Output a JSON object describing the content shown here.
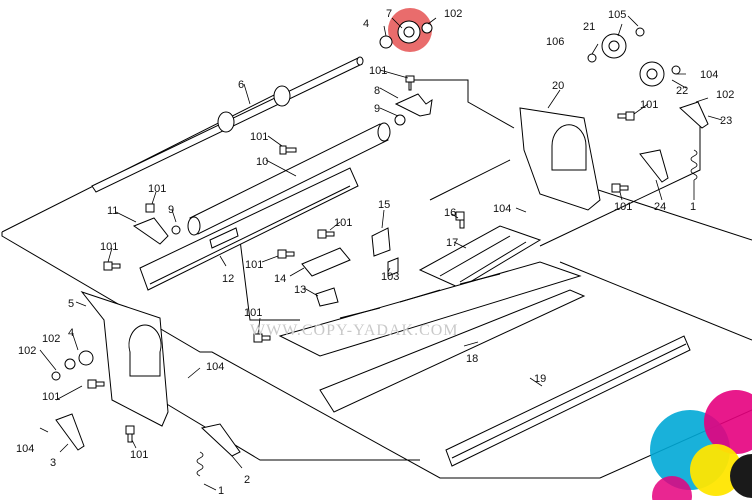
{
  "watermark": "WWW.COPY-YADAK.COM",
  "colors": {
    "highlight": "#e23b3b",
    "cyan": "#00a8d6",
    "magenta": "#e5007e",
    "yellow": "#ffe600",
    "black": "#1a1a1a"
  },
  "labels": {
    "l7": "7",
    "l102a": "102",
    "l4a": "4",
    "l105": "105",
    "l21": "21",
    "l106": "106",
    "l104a": "104",
    "l22": "22",
    "l20": "20",
    "l101a": "101",
    "l102b": "102",
    "l23": "23",
    "l6": "6",
    "l101b": "101",
    "l8": "8",
    "l9a": "9",
    "l101c": "101",
    "l10": "10",
    "l101d": "101",
    "l9b": "9",
    "l11": "11",
    "l104b": "104",
    "l101e": "101",
    "l24": "24",
    "l1a": "1",
    "l15": "15",
    "l16": "16",
    "l17": "17",
    "l101f": "101",
    "l101g": "101",
    "l12": "12",
    "l14": "14",
    "l103": "103",
    "l13": "13",
    "l5": "5",
    "l101h": "101",
    "l4b": "4",
    "l102c": "102",
    "l18": "18",
    "l101i": "101",
    "l104c": "104",
    "l19": "19",
    "l101j": "101",
    "l104d": "104",
    "l3": "3",
    "l101k": "101",
    "l2": "2",
    "l1b": "1"
  }
}
